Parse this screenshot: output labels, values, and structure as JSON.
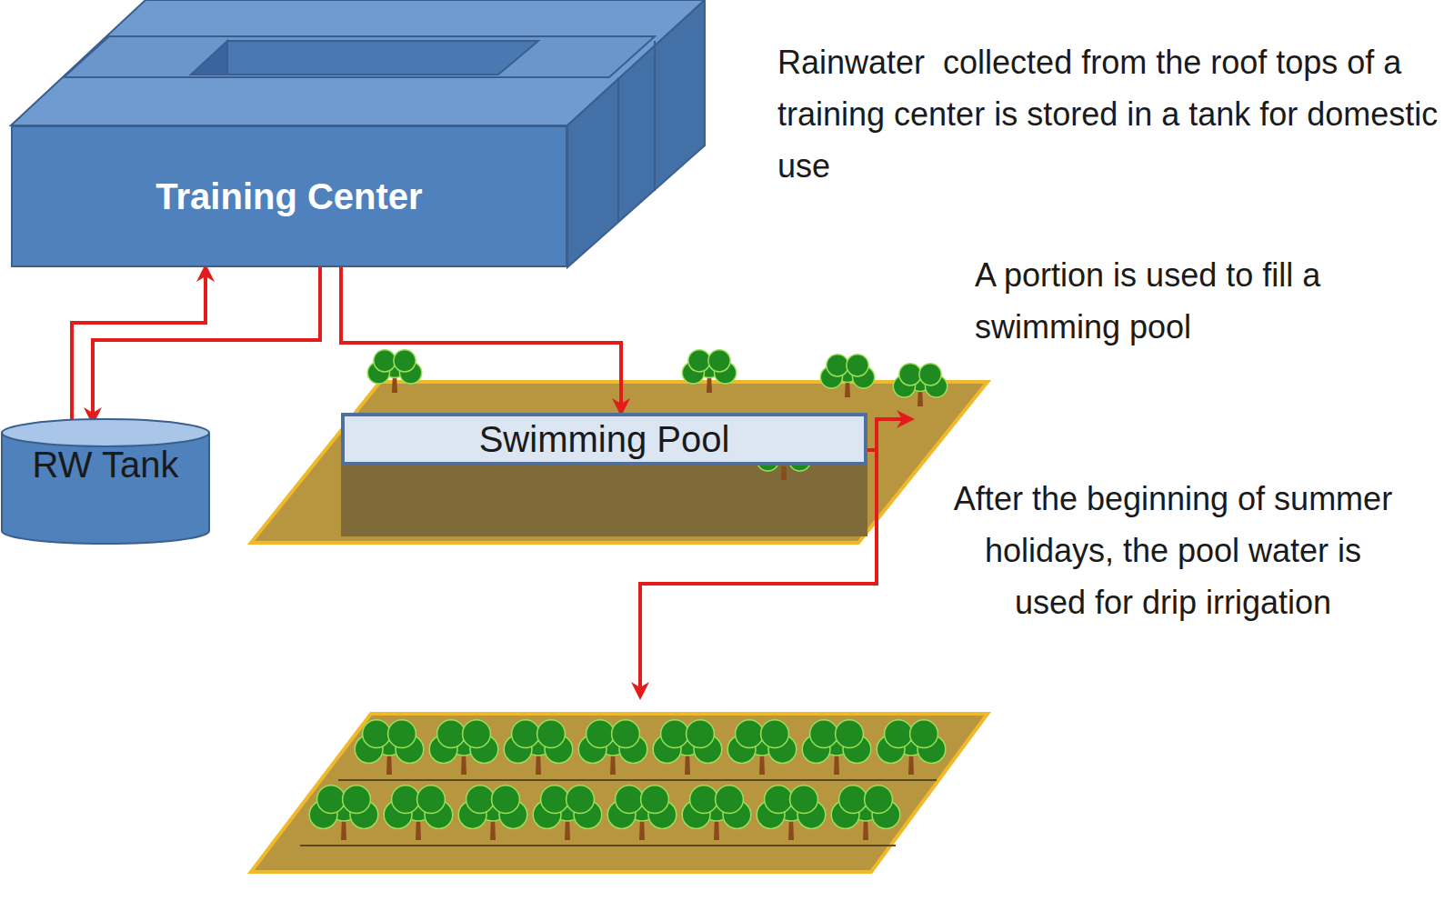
{
  "diagram": {
    "nodes": [
      {
        "text": [
          "Training Center"
        ]
      },
      {
        "text": [
          "RW Tank"
        ]
      },
      {
        "text": [
          "Swimming Pool"
        ]
      }
    ],
    "edges": [
      {
        "from": 1,
        "to": 0,
        "arrow": "to"
      },
      {
        "from": 0,
        "to": 1,
        "arrow": "to"
      },
      {
        "from": 0,
        "to": 2,
        "arrow": "to"
      }
    ],
    "labels": [
      "Rainwater  collected from the roof tops of a training center is stored in a tank for domestic use",
      "A portion is used to fill a swimming pool",
      "After the beginning of summer holidays, the pool water is used for drip irrigation"
    ]
  }
}
